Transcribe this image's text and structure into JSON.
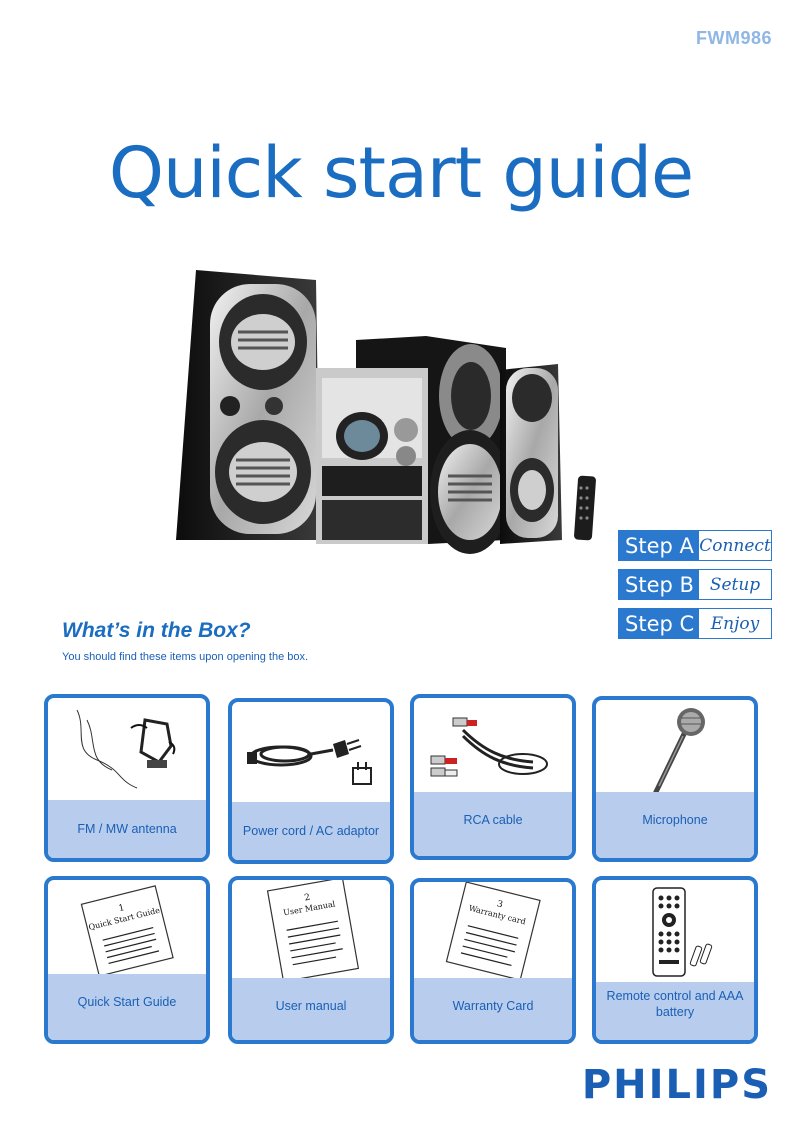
{
  "header": {
    "model": "FWM986",
    "title": "Quick start guide"
  },
  "steps": [
    {
      "tag": "Step A",
      "word": "Connect"
    },
    {
      "tag": "Step B",
      "word": "Setup"
    },
    {
      "tag": "Step C",
      "word": "Enjoy"
    }
  ],
  "box": {
    "heading": "What’s in the Box?",
    "subtitle": "You should find these items upon opening the box.",
    "items": [
      {
        "label": "FM / MW antenna",
        "icon": "antenna-icon"
      },
      {
        "label": "Power cord / AC adaptor",
        "icon": "power-cord-icon"
      },
      {
        "label": "RCA cable",
        "icon": "rca-cable-icon"
      },
      {
        "label": "Microphone",
        "icon": "microphone-icon"
      },
      {
        "label": "Quick Start Guide",
        "icon": "booklet-icon",
        "booklet_num": "1",
        "booklet_title": "Quick Start Guide"
      },
      {
        "label": "User manual",
        "icon": "booklet-icon",
        "booklet_num": "2",
        "booklet_title": "User Manual"
      },
      {
        "label": "Warranty Card",
        "icon": "booklet-icon",
        "booklet_num": "3",
        "booklet_title": "Warranty card"
      },
      {
        "label": "Remote control and AAA battery",
        "icon": "remote-control-icon"
      }
    ]
  },
  "brand": "PHILIPS"
}
